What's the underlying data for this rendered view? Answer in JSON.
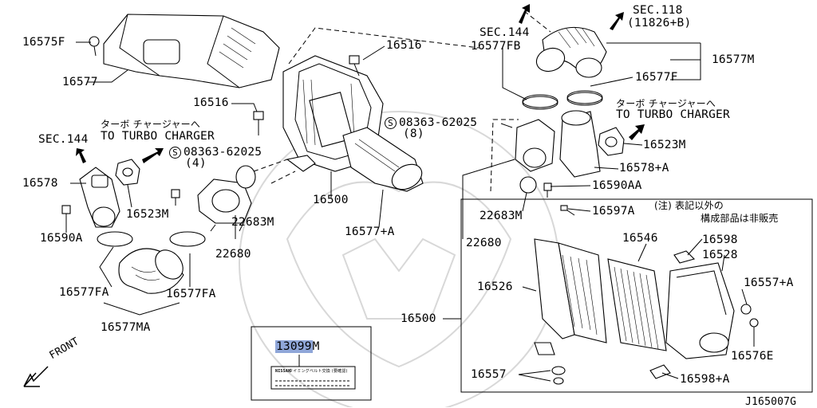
{
  "labels": {
    "p16575F": "16575F",
    "p16577": "16577",
    "sec144_left": "SEC.144",
    "p16578": "16578",
    "p16590A": "16590A",
    "p16523M_left": "16523M",
    "tb_jp_left": "ターボ チャージャーへ",
    "tb_en_left": "TO TURBO CHARGER",
    "bolt_left_prefix": "S",
    "bolt_left": "08363-62025",
    "bolt_left_qty": "(4)",
    "p22683M_left": "22683M",
    "p22680_left": "22680",
    "p16516_top": "16516",
    "p16516_mid": "16516",
    "p16500_mid": "16500",
    "p16577A_mid": "16577+A",
    "p16577FA_l": "16577FA",
    "p16577FA_r": "16577FA",
    "p16577MA": "16577MA",
    "sec144_right": "SEC.144",
    "p16577FB": "16577FB",
    "sec118": "SEC.118",
    "sec118_sub": "(11826+B)",
    "p16577M": "16577M",
    "p16577F": "16577F",
    "tb_jp_right": "ターボ チャージャーへ",
    "tb_en_right": "TO TURBO CHARGER",
    "bolt_right_prefix": "S",
    "bolt_right": "08363-62025",
    "bolt_right_qty": "(8)",
    "p16523M_right": "16523M",
    "p16578A": "16578+A",
    "p16590AA": "16590AA",
    "p22683M_right": "22683M",
    "p22680_right": "22680",
    "p16597A": "16597A",
    "note_jp_1": "(注) 表記以外の",
    "note_jp_2": "構成部品は非販売",
    "p16546": "16546",
    "p16598": "16598",
    "p16528": "16528",
    "p16526": "16526",
    "p16557A": "16557+A",
    "p16500_right": "16500",
    "p16576E": "16576E",
    "p16557": "16557",
    "p16598A": "16598+A",
    "label_part_num": "13099",
    "label_part_suffix": "M",
    "label_brand": "NISSAN",
    "label_caption": "タイミングベルト交換 (要確認)",
    "front": "FRONT",
    "diagram_code": "J165007G"
  }
}
